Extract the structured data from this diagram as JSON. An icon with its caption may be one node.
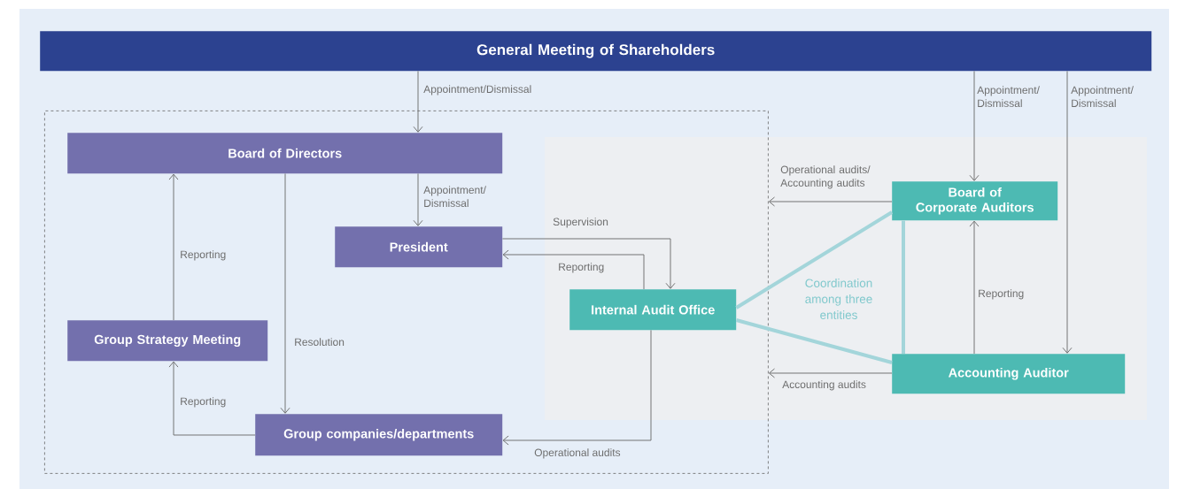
{
  "diagram": {
    "nodes": [
      {
        "text": [
          "General Meeting of Shareholders"
        ]
      },
      {
        "text": [],
        "shape": "box"
      },
      {
        "text": [
          "Board of Directors"
        ],
        "in": 1
      },
      {
        "text": [
          "President"
        ],
        "in": 1
      },
      {
        "text": [
          "Group Strategy Meeting"
        ],
        "in": 1
      },
      {
        "text": [
          "Group companies/departments"
        ],
        "in": 1
      },
      {
        "text": [
          "Internal Audit Office"
        ],
        "in": 1
      },
      {
        "text": [
          "Board of Corporate Auditors"
        ]
      },
      {
        "text": [
          "Accounting Auditor"
        ]
      }
    ],
    "edges": [
      {
        "from": 0,
        "to": 2,
        "arrow": "to",
        "label": "Appointment/Dismissal"
      },
      {
        "from": 0,
        "to": 7,
        "arrow": "to",
        "label": "Appointment/ Dismissal"
      },
      {
        "from": 0,
        "to": 8,
        "arrow": "to",
        "label": "Appointment/ Dismissal"
      },
      {
        "from": 2,
        "to": 3,
        "arrow": "to",
        "label": "Appointment/ Dismissal"
      },
      {
        "from": 3,
        "to": 6,
        "arrow": "to",
        "label": "Supervision"
      },
      {
        "from": 6,
        "to": 3,
        "arrow": "to",
        "label": "Reporting"
      },
      {
        "from": 4,
        "to": 2,
        "arrow": "to",
        "label": "Reporting"
      },
      {
        "from": 5,
        "to": 4,
        "arrow": "to",
        "label": "Reporting"
      },
      {
        "from": 2,
        "to": 5,
        "arrow": "to",
        "label": "Resolution"
      },
      {
        "from": 6,
        "to": 5,
        "arrow": "to",
        "label": "Operational audits"
      },
      {
        "from": 7,
        "to": 1,
        "arrow": "to",
        "label": "Operational audits/ Accounting audits"
      },
      {
        "from": 8,
        "to": 1,
        "arrow": "to",
        "label": "Accounting audits"
      },
      {
        "from": 8,
        "to": 7,
        "arrow": "to",
        "label": "Reporting"
      },
      {
        "from": 6,
        "to": 7,
        "arrow": "none",
        "style": "thick",
        "color": "#a3d5da"
      },
      {
        "from": 6,
        "to": 8,
        "arrow": "none",
        "style": "thick",
        "color": "#a3d5da"
      },
      {
        "from": 7,
        "to": 8,
        "arrow": "none",
        "style": "thick",
        "color": "#a3d5da"
      }
    ],
    "labels": [
      "Coordination among three entities"
    ]
  }
}
